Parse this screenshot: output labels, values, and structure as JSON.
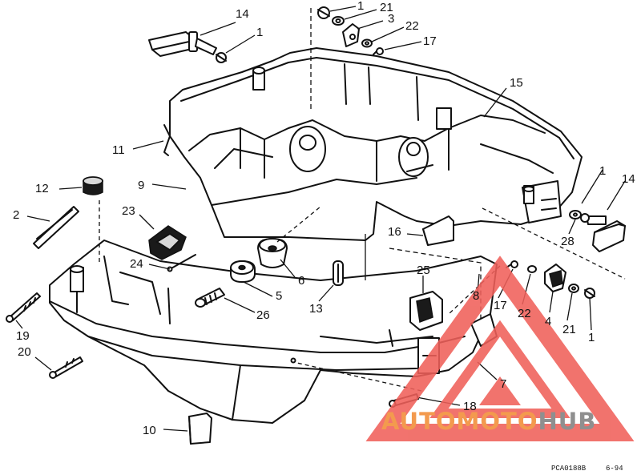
{
  "diagram": {
    "callouts": [
      {
        "id": "c14a",
        "text": "14"
      },
      {
        "id": "c1a",
        "text": "1"
      },
      {
        "id": "c1b",
        "text": "1"
      },
      {
        "id": "c21a",
        "text": "21"
      },
      {
        "id": "c3",
        "text": "3"
      },
      {
        "id": "c22a",
        "text": "22"
      },
      {
        "id": "c17a",
        "text": "17"
      },
      {
        "id": "c15",
        "text": "15"
      },
      {
        "id": "c11",
        "text": "11"
      },
      {
        "id": "c9",
        "text": "9"
      },
      {
        "id": "c12",
        "text": "12"
      },
      {
        "id": "c2",
        "text": "2"
      },
      {
        "id": "c23",
        "text": "23"
      },
      {
        "id": "c24",
        "text": "24"
      },
      {
        "id": "c5",
        "text": "5"
      },
      {
        "id": "c6",
        "text": "6"
      },
      {
        "id": "c26",
        "text": "26"
      },
      {
        "id": "c19",
        "text": "19"
      },
      {
        "id": "c20",
        "text": "20"
      },
      {
        "id": "c13",
        "text": "13"
      },
      {
        "id": "c16",
        "text": "16"
      },
      {
        "id": "c25",
        "text": "25"
      },
      {
        "id": "c8",
        "text": "8"
      },
      {
        "id": "c17b",
        "text": "17"
      },
      {
        "id": "c22b",
        "text": "22"
      },
      {
        "id": "c4",
        "text": "4"
      },
      {
        "id": "c21b",
        "text": "21"
      },
      {
        "id": "c1c",
        "text": "1"
      },
      {
        "id": "c1d",
        "text": "1"
      },
      {
        "id": "c14b",
        "text": "14"
      },
      {
        "id": "c28",
        "text": "28"
      },
      {
        "id": "c7",
        "text": "7"
      },
      {
        "id": "c18",
        "text": "18"
      },
      {
        "id": "c10",
        "text": "10"
      }
    ],
    "footer": {
      "code": "PCA0188B",
      "date": "6-94"
    }
  },
  "watermark": {
    "brand_part1": "AUTOMOTO",
    "brand_part2": "HUB",
    "colors": {
      "triangle": "#f0605a",
      "text_part1": "#f39a4e",
      "text_part2": "#8f8f8f"
    },
    "icon": "warning-triangle-logo"
  }
}
